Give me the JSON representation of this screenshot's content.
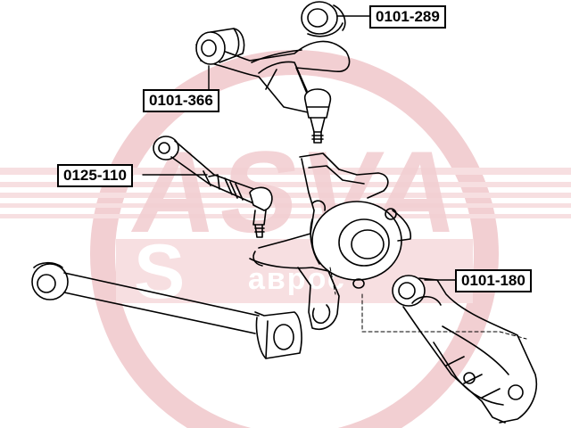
{
  "colors": {
    "watermark": "#f2cfd2",
    "watermark_band": "#f7dfe1",
    "line": "#000000",
    "background": "#ffffff"
  },
  "watermark": {
    "brand": "ASVA",
    "band_text": "S",
    "site": "аврос"
  },
  "callouts": [
    {
      "id": "0101-289",
      "label": "0101-289"
    },
    {
      "id": "0101-366",
      "label": "0101-366"
    },
    {
      "id": "0125-110",
      "label": "0125-110"
    },
    {
      "id": "0101-180",
      "label": "0101-180"
    }
  ]
}
